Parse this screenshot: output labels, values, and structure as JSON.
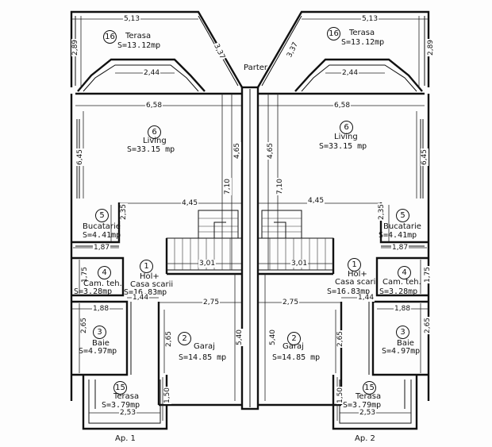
{
  "center_label": "Parter",
  "apartments": [
    {
      "key": "ap1",
      "label": "Ap. 1",
      "rooms": [
        {
          "key": "terasa_top",
          "number": "16",
          "name": "Terasa",
          "area": "S=13.12mp"
        },
        {
          "key": "living",
          "number": "6",
          "name": "Living",
          "area": "S=33.15 mp"
        },
        {
          "key": "bucatarie",
          "number": "5",
          "name": "Bucatarie",
          "area": "S=4.41mp"
        },
        {
          "key": "hol",
          "number": "1",
          "name": "Hol+",
          "subname": "Casa scarii",
          "area": "S=16.83mp"
        },
        {
          "key": "camteh",
          "number": "4",
          "name": "Cam. teh.",
          "area": "S=3.28mp"
        },
        {
          "key": "baie",
          "number": "3",
          "name": "Baie",
          "area": "S=4.97mp"
        },
        {
          "key": "garaj",
          "number": "2",
          "name": "Garaj",
          "area": "S=14.85 mp"
        },
        {
          "key": "terasa_bottom",
          "number": "15",
          "name": "Terasa",
          "area": "S=3.79mp"
        }
      ],
      "dims": {
        "top_width": "5,13",
        "top_side": "2,89",
        "top_diag": "3,37",
        "bay": "2,44",
        "living_width": "6,58",
        "living_side": "6,45",
        "stair_h": "4,65",
        "stair_h2": "7,10",
        "living_to_stair": "4,45",
        "kitchen_side": "2,35",
        "kitchen_w": "1,87",
        "stair_w": "3,01",
        "tech_side": "1,75",
        "hol_w": "1,44",
        "bath_w": "1,88",
        "bath_side": "2,65",
        "garage_w": "2,75",
        "garage_h": "5,40",
        "garage_side": "2,65",
        "terr_side": "1,50",
        "terr_w": "2,53"
      }
    },
    {
      "key": "ap2",
      "label": "Ap. 2",
      "rooms": [
        {
          "key": "terasa_top",
          "number": "16",
          "name": "Terasa",
          "area": "S=13.12mp"
        },
        {
          "key": "living",
          "number": "6",
          "name": "Living",
          "area": "S=33.15 mp"
        },
        {
          "key": "bucatarie",
          "number": "5",
          "name": "Bucatarie",
          "area": "S=4.41mp"
        },
        {
          "key": "hol",
          "number": "1",
          "name": "Hol+",
          "subname": "Casa scarii",
          "area": "S=16.83mp"
        },
        {
          "key": "camteh",
          "number": "4",
          "name": "Cam. teh.",
          "area": "S=3.28mp"
        },
        {
          "key": "baie",
          "number": "3",
          "name": "Baie",
          "area": "S=4.97mp"
        },
        {
          "key": "garaj",
          "number": "2",
          "name": "Garaj",
          "area": "S=14.85 mp"
        },
        {
          "key": "terasa_bottom",
          "number": "15",
          "name": "Terasa",
          "area": "S=3.79mp"
        }
      ],
      "dims": {
        "top_width": "5,13",
        "top_side": "2,89",
        "top_diag": "3,37",
        "bay": "2,44",
        "living_width": "6,58",
        "living_side": "6,45",
        "stair_h": "4,65",
        "stair_h2": "7,10",
        "living_to_stair": "4,45",
        "kitchen_side": "2,35",
        "kitchen_w": "1,87",
        "stair_w": "3,01",
        "tech_side": "1,75",
        "hol_w": "1,44",
        "bath_w": "1,88",
        "bath_side": "2,65",
        "garage_w": "2,75",
        "garage_h": "5,40",
        "garage_side": "2,65",
        "terr_side": "1,50",
        "terr_w": "2,53"
      }
    }
  ]
}
